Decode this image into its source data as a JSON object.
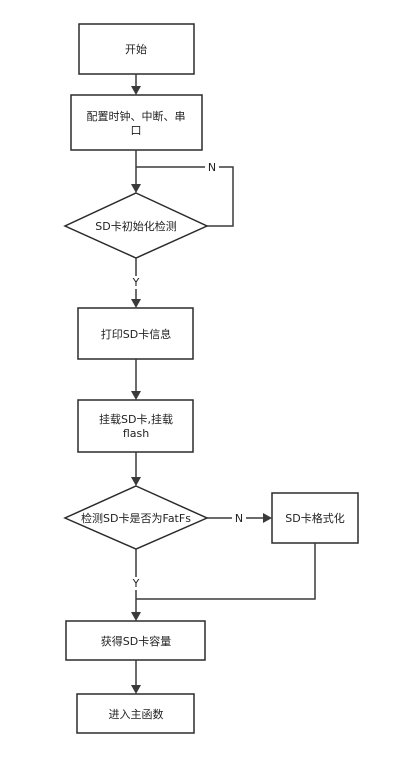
{
  "nodes": {
    "start": {
      "label": "开始"
    },
    "config": {
      "line1": "配置时钟、中断、串",
      "line2": "口"
    },
    "sd_init": {
      "label": "SD卡初始化检测"
    },
    "print_info": {
      "label": "打印SD卡信息"
    },
    "mount": {
      "line1": "挂载SD卡,挂载",
      "line2": "flash"
    },
    "check_fatfs": {
      "label": "检测SD卡是否为FatFs"
    },
    "format": {
      "label": "SD卡格式化"
    },
    "capacity": {
      "label": "获得SD卡容量"
    },
    "enter_main": {
      "label": "进入主函数"
    }
  },
  "edges": {
    "init_no": "N",
    "init_yes": "Y",
    "fatfs_no": "N",
    "fatfs_yes": "Y"
  }
}
